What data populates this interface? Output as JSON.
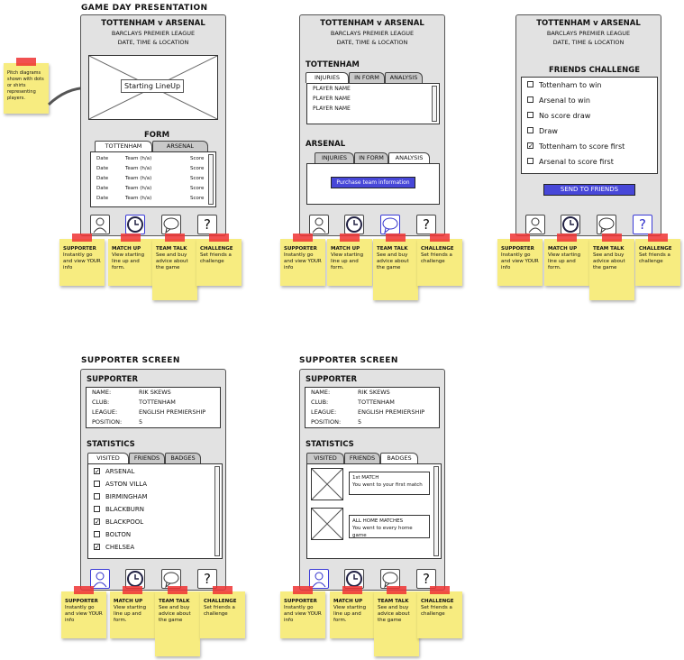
{
  "headings": {
    "game_day": "GAME DAY PRESENTATION",
    "supporter1": "SUPPORTER SCREEN",
    "supporter2": "SUPPORTER SCREEN"
  },
  "match": {
    "title": "TOTTENHAM v ARSENAL",
    "league": "BARCLAYS PREMIER LEAGUE",
    "details": "DATE, TIME & LOCATION"
  },
  "side_note": "Pitch diagrams shown with dots or shirts representing players.",
  "screen1": {
    "lineup_label": "Starting LineUp",
    "form_title": "FORM",
    "tabs": [
      "TOTTENHAM",
      "ARSENAL"
    ],
    "columns": [
      "Date",
      "Team (h/a)",
      "Score"
    ],
    "row_count": 5
  },
  "screen2": {
    "team1": "TOTTENHAM",
    "team2": "ARSENAL",
    "tabs": [
      "INJURIES",
      "IN FORM",
      "ANALYSIS"
    ],
    "players": [
      "PLAYER NAME",
      "PLAYER NAME",
      "PLAYER NAME"
    ],
    "purchase_label": "Purchase team information"
  },
  "screen3": {
    "title": "FRIENDS CHALLENGE",
    "options": [
      {
        "label": "Tottenham to win",
        "checked": false
      },
      {
        "label": "Arsenal to win",
        "checked": false
      },
      {
        "label": "No score draw",
        "checked": false
      },
      {
        "label": "Draw",
        "checked": false
      },
      {
        "label": "Tottenham to score first",
        "checked": true
      },
      {
        "label": "Arsenal to score first",
        "checked": false
      }
    ],
    "send_label": "SEND TO FRIENDS"
  },
  "supporter": {
    "title": "SUPPORTER",
    "fields": [
      {
        "k": "NAME:",
        "v": "RIK SKEWS"
      },
      {
        "k": "CLUB:",
        "v": "TOTTENHAM"
      },
      {
        "k": "LEAGUE:",
        "v": "ENGLISH PREMIERSHIP"
      },
      {
        "k": "POSITION:",
        "v": "5"
      }
    ],
    "stats_title": "STATISTICS",
    "tabs": [
      "VISITED",
      "FRIENDS",
      "BADGES"
    ],
    "grounds": [
      {
        "label": "ARSENAL",
        "checked": true
      },
      {
        "label": "ASTON VILLA",
        "checked": false
      },
      {
        "label": "BIRMINGHAM",
        "checked": false
      },
      {
        "label": "BLACKBURN",
        "checked": false
      },
      {
        "label": "BLACKPOOL",
        "checked": true
      },
      {
        "label": "BOLTON",
        "checked": false
      },
      {
        "label": "CHELSEA",
        "checked": true
      }
    ],
    "badges": [
      {
        "title": "1st MATCH",
        "desc": "You went to your first match"
      },
      {
        "title": "ALL HOME MATCHES",
        "desc": "You went to every home game"
      }
    ]
  },
  "nav": [
    {
      "icon": "person-icon"
    },
    {
      "icon": "clock-icon"
    },
    {
      "icon": "speech-bubble-icon"
    },
    {
      "icon": "question-icon"
    }
  ],
  "notes": [
    {
      "title": "SUPPORTER",
      "body": "Instantly go and view YOUR info"
    },
    {
      "title": "MATCH UP",
      "body": "View starting line up and form."
    },
    {
      "title": "TEAM TALK",
      "body": "See and buy advice about the game"
    },
    {
      "title": "CHALLENGE",
      "body": "Set friends a challenge"
    }
  ]
}
